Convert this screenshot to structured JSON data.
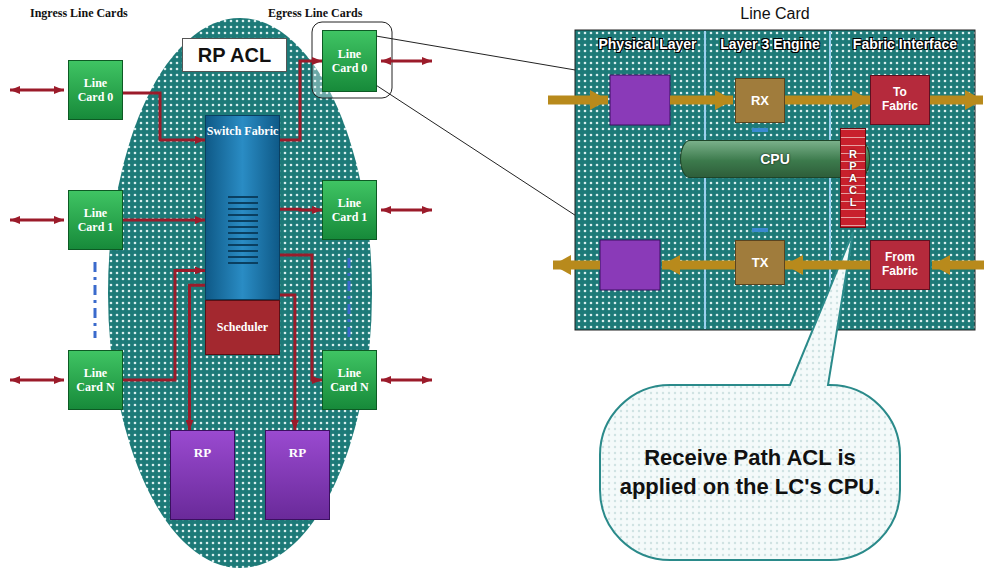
{
  "diagram": {
    "nodes": [
      {
        "text": [
          "Line Card 0"
        ]
      },
      {
        "text": [
          "Line Card 1"
        ]
      },
      {
        "text": [
          "Line Card N"
        ]
      },
      {
        "text": [
          "RP ACL"
        ]
      },
      {
        "text": [
          "Switch Fabric"
        ]
      },
      {
        "text": [
          "Scheduler"
        ]
      },
      {
        "text": [
          "RP"
        ]
      },
      {
        "text": [
          "RP"
        ]
      },
      {
        "text": [
          "Line Card 0"
        ]
      },
      {
        "text": [
          "Line Card 1"
        ]
      },
      {
        "text": [
          "Line Card N"
        ]
      },
      {
        "text": [
          "Line Card"
        ]
      },
      {
        "text": [
          "RX"
        ],
        "in": 11
      },
      {
        "text": [
          "CPU"
        ],
        "in": 11
      },
      {
        "text": [
          "To Fabric"
        ],
        "in": 11
      },
      {
        "text": [
          "TX"
        ],
        "in": 11
      },
      {
        "text": [
          "From Fabric"
        ],
        "in": 11
      },
      {
        "text": [
          "RPACL"
        ],
        "in": 11
      },
      {
        "text": [
          "Receive Path ACL is applied on the LC's CPU."
        ]
      }
    ],
    "edges": [
      {
        "from": 0,
        "to": 4,
        "arrow": "to"
      },
      {
        "from": 1,
        "to": 4,
        "arrow": "to"
      },
      {
        "from": 2,
        "to": 4,
        "arrow": "to"
      },
      {
        "from": 4,
        "to": 8,
        "arrow": "to"
      },
      {
        "from": 4,
        "to": 9,
        "arrow": "to"
      },
      {
        "from": 4,
        "to": 10,
        "arrow": "to"
      },
      {
        "from": 4,
        "to": 6,
        "arrow": "to"
      },
      {
        "from": 4,
        "to": 7,
        "arrow": "to"
      },
      {
        "from": 8,
        "to": 11,
        "arrow": "none"
      },
      {
        "from": 12,
        "to": 14,
        "arrow": "to"
      },
      {
        "from": 16,
        "to": 15,
        "arrow": "to"
      }
    ],
    "labels": [
      "Ingress Line Cards",
      "Egress Line Cards",
      "Physical Layer",
      "Layer 3 Engine",
      "Fabric Interface"
    ]
  }
}
